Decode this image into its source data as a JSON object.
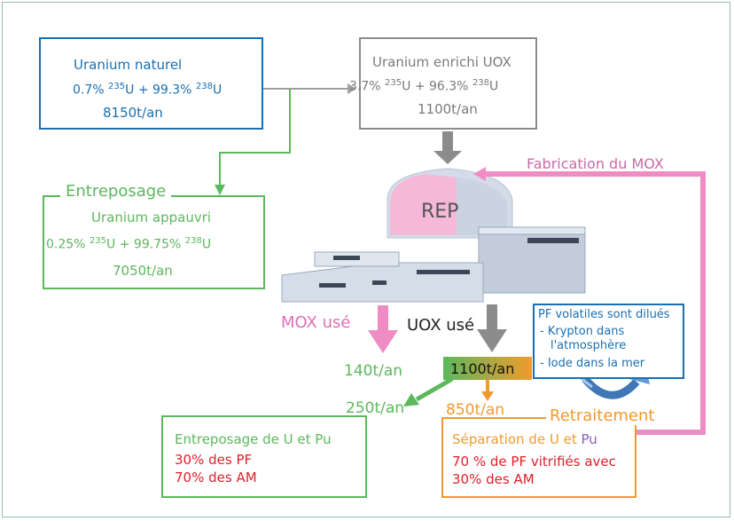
{
  "natural": {
    "title": "Uranium naturel",
    "composition": {
      "p1": "0.7%",
      "i1": "235",
      "m": "U + 99.3%",
      "i2": "238",
      "e": "U"
    },
    "flow": "8150t/an"
  },
  "enriched": {
    "title": "Uranium enrichi UOX",
    "composition": {
      "p1": "3.7%",
      "i1": "235",
      "m": "U + 96.3%",
      "i2": "238",
      "e": "U"
    },
    "flow": "1100t/an"
  },
  "storage": {
    "header": "Entreposage",
    "title": "Uranium appauvri",
    "composition": {
      "p1": "0.25%",
      "i1": "235",
      "m": "U + 99.75%",
      "i2": "238",
      "e": "U"
    },
    "flow": "7050t/an"
  },
  "reactor": {
    "label": "REP"
  },
  "mox_fab": "Fabrication du MOX",
  "mox_used": {
    "label": "MOX usé",
    "flow": "140t/an"
  },
  "uox_used": {
    "label": "UOX usé",
    "flow": "1100t/an"
  },
  "to_storage_flow": "250t/an",
  "to_reprocess_flow": "850t/an",
  "volatile": {
    "title": "PF volatiles sont dilués",
    "item1a": "- Krypton dans",
    "item1b": "l'atmosphère",
    "item2": "- Iode dans la mer"
  },
  "storage_upu": {
    "title": "Entreposage de U et Pu",
    "line1": "30% des PF",
    "line2": "70% des AM"
  },
  "reprocessing": {
    "header": "Retraitement",
    "title_a": "Séparation de U et",
    "title_b": "Pu",
    "line1": "70 % de PF vitrifiés avec",
    "line2": "30% des AM"
  },
  "colors": {
    "blue": "#1a6fb3",
    "gray": "#8c8c8c",
    "green": "#5cb85c",
    "pink": "#f08cc4",
    "orange": "#f29a2e",
    "red": "#e0202a",
    "purple": "#8a5fb8"
  }
}
